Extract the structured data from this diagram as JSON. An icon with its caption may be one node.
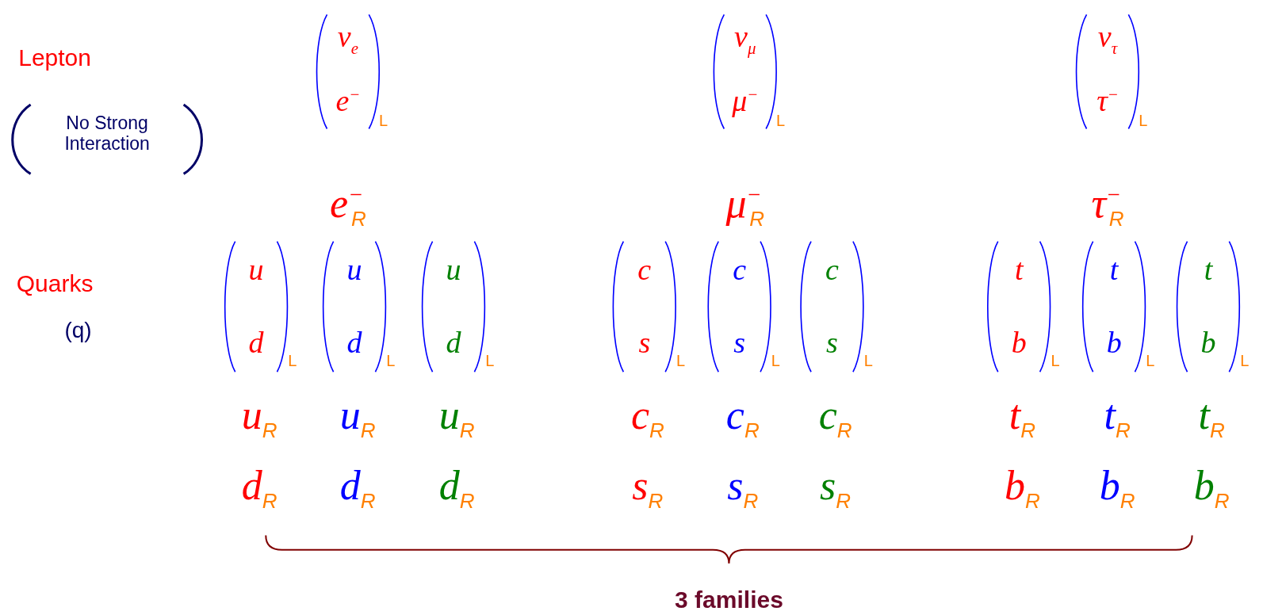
{
  "diagram": {
    "labels": [
      "Lepton",
      "No Strong Interaction",
      "ν$_{e}$",
      "e$^{−}$",
      "L",
      "ν$_{μ}$",
      "μ$^{−}$",
      "L",
      "ν$_{τ}$",
      "τ$^{−}$",
      "L",
      "e$^{−}$$_{R}$",
      "μ$^{−}$$_{R}$",
      "τ$^{−}$$_{R}$",
      "Quarks",
      "(q)",
      "u",
      "d",
      "L",
      "u",
      "d",
      "L",
      "u",
      "d",
      "L",
      "c",
      "s",
      "L",
      "c",
      "s",
      "L",
      "c",
      "s",
      "L",
      "t",
      "b",
      "L",
      "t",
      "b",
      "L",
      "t",
      "b",
      "L",
      "u$_{R}$",
      "u$_{R}$",
      "u$_{R}$",
      "c$_{R}$",
      "c$_{R}$",
      "c$_{R}$",
      "t$_{R}$",
      "t$_{R}$",
      "t$_{R}$",
      "d$_{R}$",
      "d$_{R}$",
      "d$_{R}$",
      "s$_{R}$",
      "s$_{R}$",
      "s$_{R}$",
      "b$_{R}$",
      "b$_{R}$",
      "b$_{R}$",
      "3 families"
    ]
  }
}
